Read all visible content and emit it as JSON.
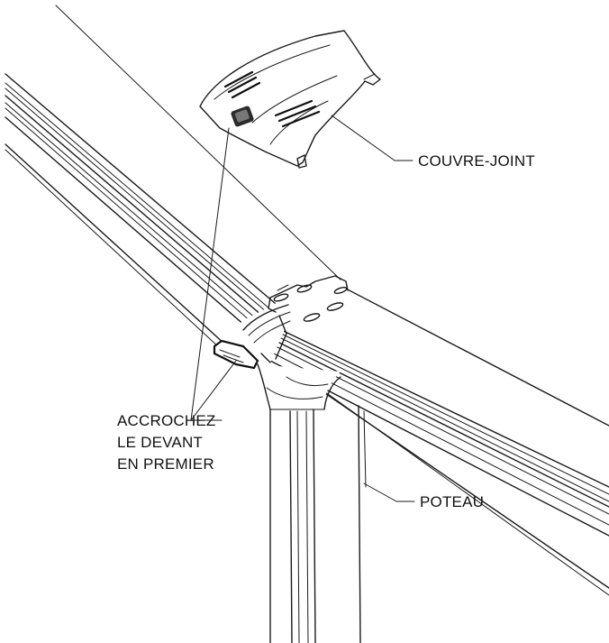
{
  "labels": {
    "cover": "COUVRE-JOINT",
    "hook_line1": "ACCROCHEZ",
    "hook_line2": "LE DEVANT",
    "hook_line3": "EN PREMIER",
    "post": "POTEAU"
  }
}
